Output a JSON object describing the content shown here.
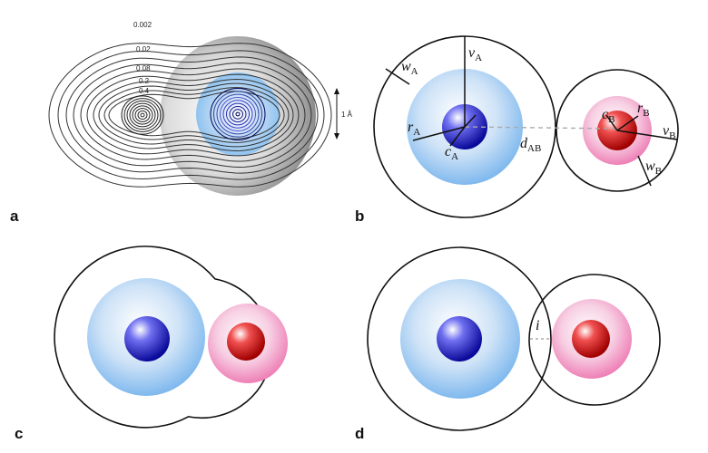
{
  "panels": {
    "a": {
      "letter": "a",
      "contour_labels": [
        "0.002",
        "0.02",
        "0.08",
        "0.2",
        "0.4"
      ],
      "scale_label": "1 Å"
    },
    "b": {
      "letter": "b",
      "labels": {
        "vA": {
          "main": "v",
          "sub": "A"
        },
        "wA": {
          "main": "w",
          "sub": "A"
        },
        "rA": {
          "main": "r",
          "sub": "A"
        },
        "cA": {
          "main": "c",
          "sub": "A"
        },
        "dAB": {
          "main": "d",
          "sub": "AB"
        },
        "cB": {
          "main": "c",
          "sub": "B"
        },
        "rB": {
          "main": "r",
          "sub": "B"
        },
        "vB": {
          "main": "v",
          "sub": "B"
        },
        "wB": {
          "main": "w",
          "sub": "B"
        }
      }
    },
    "c": {
      "letter": "c"
    },
    "d": {
      "letter": "d",
      "overlap_label": "i"
    }
  },
  "colors": {
    "atom_a_core": "#1a1acc",
    "atom_a_shell": "#8fc3f0",
    "atom_b_core": "#e01010",
    "atom_b_shell": "#f08fc0",
    "outline": "#111111",
    "dashed": "#aaaaaa"
  }
}
